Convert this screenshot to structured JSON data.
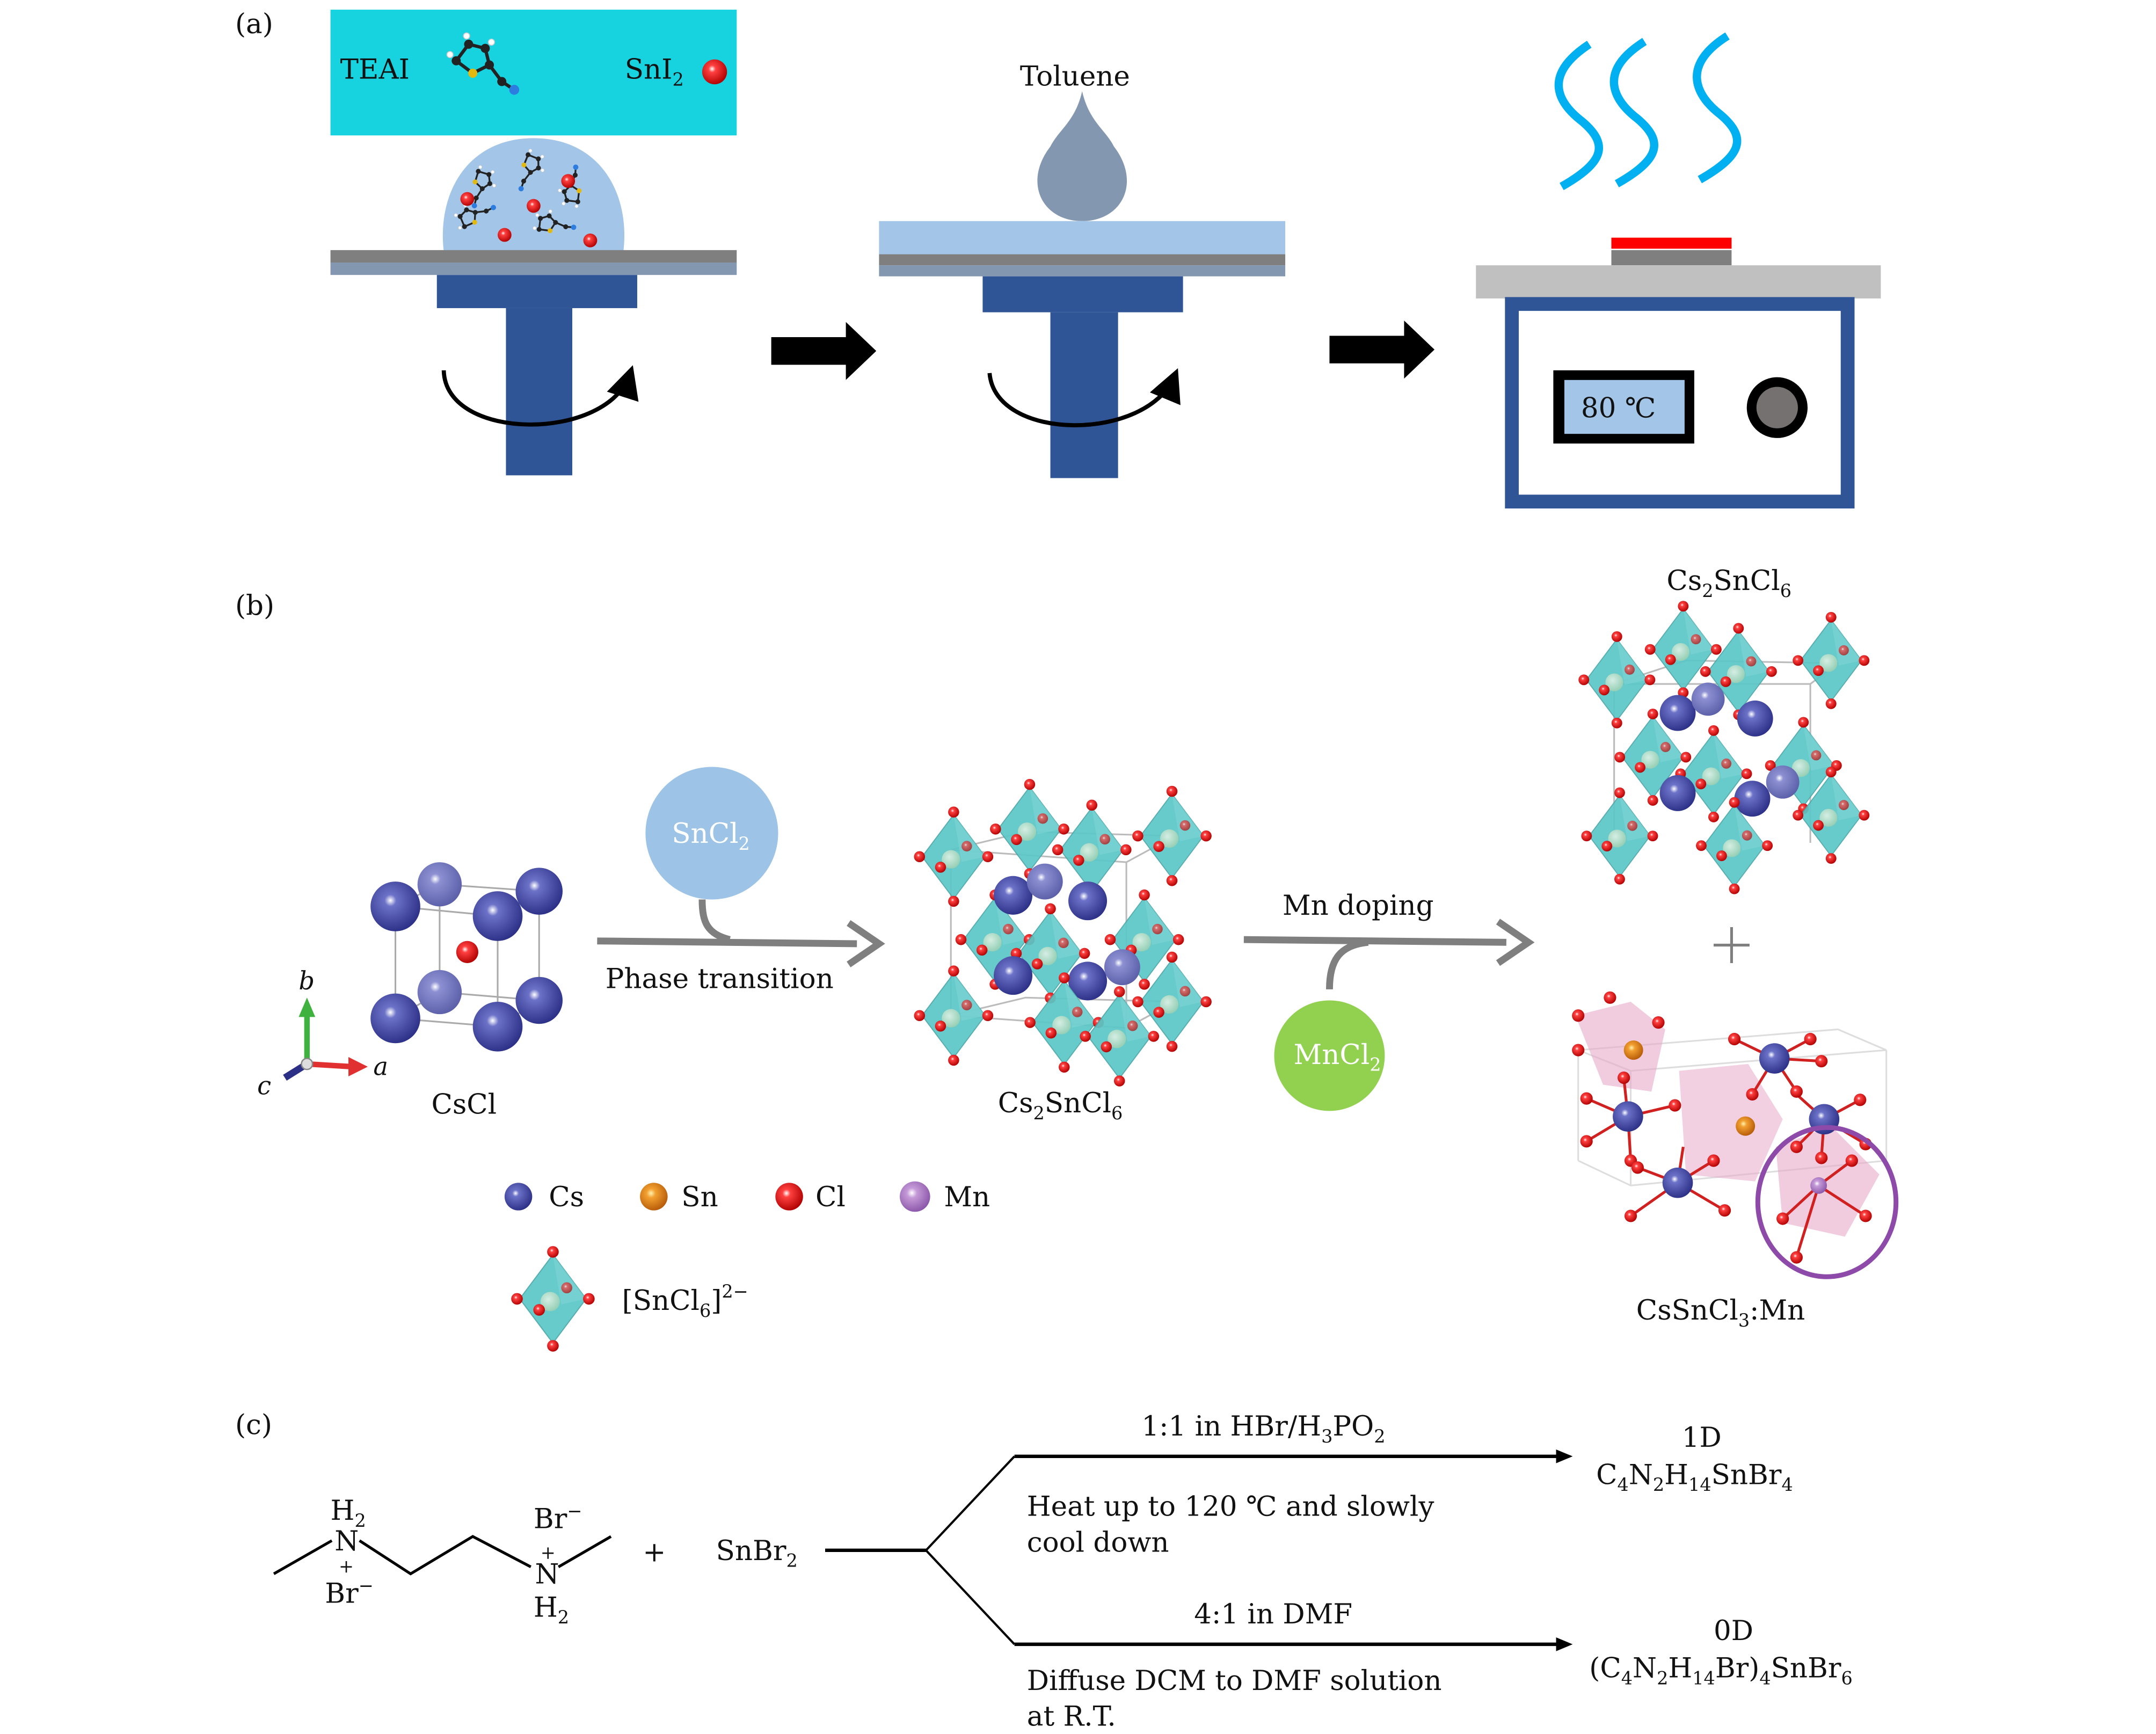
{
  "figure": {
    "panels": {
      "a": {
        "label": "(a)",
        "precursor_box": {
          "organic_label": "TEAI",
          "inorganic_label": "SnI",
          "inorganic_sub": "2"
        },
        "antisolvent_label": "Toluene",
        "hotplate_display": "80 ℃",
        "steps": [
          "spin-coat precursor",
          "drip toluene",
          "anneal on hotplate"
        ]
      },
      "b": {
        "label": "(b)",
        "start_structure": "CsCl",
        "axes": {
          "a": "a",
          "b": "b",
          "c": "c"
        },
        "reagent_1": {
          "text": "SnCl",
          "sub": "2"
        },
        "arrow_1_label": "Phase transition",
        "middle_structure": {
          "text": "Cs",
          "sub1": "2",
          "mid": "SnCl",
          "sub2": "6"
        },
        "arrow_2_label": "Mn doping",
        "reagent_2": {
          "text": "MnCl",
          "sub": "2"
        },
        "product_top": {
          "text": "Cs",
          "sub1": "2",
          "mid": "SnCl",
          "sub2": "6"
        },
        "plus": "+",
        "product_bottom": {
          "text": "CsSnCl",
          "sub": "3",
          "tail": ":Mn"
        },
        "legend": [
          {
            "symbol": "Cs",
            "color": "#3a3f9a"
          },
          {
            "symbol": "Sn",
            "color": "#e07b1a"
          },
          {
            "symbol": "Cl",
            "color": "#e01e1e"
          },
          {
            "symbol": "Mn",
            "color": "#a776c4"
          }
        ],
        "octahedron_legend": {
          "text": "[SnCl",
          "sub": "6",
          "close": "]",
          "sup": "2−"
        }
      },
      "c": {
        "label": "(c)",
        "reactant_1": {
          "top_left": "H",
          "top_left_sub": "2",
          "n": "N",
          "plus": "+",
          "bottom_left": "Br",
          "bottom_left_sup": "−",
          "top_right": "Br",
          "top_right_sup": "−",
          "bottom_right": "H",
          "bottom_right_sub": "2"
        },
        "plus": "+",
        "reactant_2": {
          "text": "SnBr",
          "sub": "2"
        },
        "route_1": {
          "condition_top": {
            "a": "1:1 in HBr/H",
            "sub1": "3",
            "b": "PO",
            "sub2": "2"
          },
          "condition_bottom": [
            "Heat up to 120 ℃ and slowly",
            "cool down"
          ],
          "product_dim": "1D",
          "product_formula": [
            {
              "t": "C"
            },
            {
              "s": "4"
            },
            {
              "t": "N"
            },
            {
              "s": "2"
            },
            {
              "t": "H"
            },
            {
              "s": "14"
            },
            {
              "t": "SnBr"
            },
            {
              "s": "4"
            }
          ]
        },
        "route_2": {
          "condition_top": "4:1 in DMF",
          "condition_bottom": [
            "Diffuse DCM to DMF solution",
            "at R.T."
          ],
          "product_dim": "0D",
          "product_formula": [
            {
              "t": "(C"
            },
            {
              "s": "4"
            },
            {
              "t": "N"
            },
            {
              "s": "2"
            },
            {
              "t": "H"
            },
            {
              "s": "14"
            },
            {
              "t": "Br)"
            },
            {
              "s": "4"
            },
            {
              "t": "SnBr"
            },
            {
              "s": "6"
            }
          ]
        }
      }
    },
    "colors": {
      "cyan_box": "#17d3e0",
      "droplet": "#a3c6e8",
      "spinner": "#2f5597",
      "substrate_dark": "#7f7f7f",
      "substrate_light": "#8497b0",
      "steam": "#00b0f0",
      "film": "#ff0000",
      "plate": "#c0c0c0",
      "toluene": "#8497b0",
      "sncl2": "#9dc3e6",
      "mncl2": "#92d050",
      "octa": "#5cc7c7",
      "arrow_grey": "#7f7f7f"
    }
  }
}
